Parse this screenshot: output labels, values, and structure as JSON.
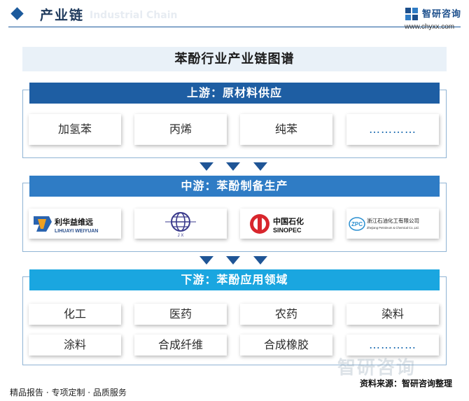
{
  "header": {
    "title": "产业链",
    "subtitle": "Industrial Chain",
    "brand_name": "智研咨询",
    "brand_url": "www.chyxx.com",
    "accent_color": "#1c5a9c"
  },
  "main_title": "苯酚行业产业链图谱",
  "upstream": {
    "label": "上游：原材料供应",
    "items": [
      "加氢苯",
      "丙烯",
      "纯苯",
      "…………"
    ]
  },
  "midstream": {
    "label": "中游：苯酚制备生产",
    "companies": [
      {
        "icon": "lihuayi-logo",
        "name_cn": "利华益维远",
        "name_en": "LIHUAYI WEIYUAN"
      },
      {
        "icon": "globe-logo",
        "name_cn": "",
        "name_en": "J X"
      },
      {
        "icon": "sinopec-logo",
        "name_cn": "中国石化",
        "name_en": "SINOPEC"
      },
      {
        "icon": "zpc-logo",
        "name_cn": "浙江石油化工有限公司",
        "name_en": "Zhejiang Petroleum & Chemical Co.,Ltd."
      }
    ]
  },
  "downstream": {
    "label": "下游：苯酚应用领域",
    "row1": [
      "化工",
      "医药",
      "农药",
      "染料"
    ],
    "row2": [
      "涂料",
      "合成纤维",
      "合成橡胶",
      "…………"
    ]
  },
  "footer": {
    "left": "精品报告 · 专项定制 · 品质服务",
    "source": "资料来源：智研咨询整理",
    "watermark": "智研咨询"
  },
  "colors": {
    "upstream_band": "#1e5ea3",
    "midstream_band": "#2f7cc5",
    "downstream_band": "#1aa6e0",
    "arrow": "#1f5596"
  }
}
